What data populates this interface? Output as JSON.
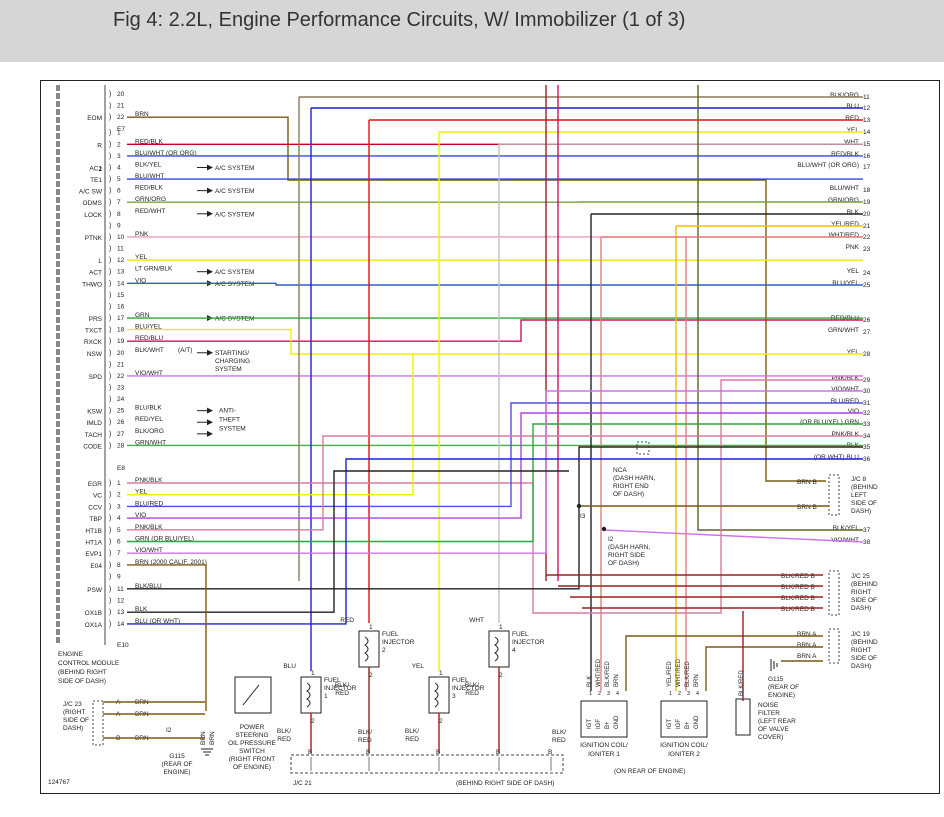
{
  "banner": {
    "title": "Fig 4: 2.2L, Engine Performance Circuits, W/ Immobilizer (1 of 3)"
  },
  "ecm": {
    "label": [
      "ENGINE",
      "CONTROL MODULE",
      "(BEHIND RIGHT",
      "SIDE OF DASH)"
    ],
    "connector_e7": "E7",
    "connector_e8": "E8",
    "connector_e10": "E10",
    "pins_top": [
      {
        "n": "20",
        "sig": "",
        "wire": ""
      },
      {
        "n": "21",
        "sig": "",
        "wire": ""
      },
      {
        "n": "22",
        "sig": "EOM",
        "wire": "BRN"
      },
      {
        "n": "1",
        "sig": "",
        "wire": ""
      },
      {
        "n": "2",
        "sig": "R",
        "wire": "RED/BLK"
      },
      {
        "n": "3",
        "sig": "",
        "wire": "BLU/WHT (OR ORG)"
      },
      {
        "n": "4",
        "sig": "AC1",
        "wire": "BLK/YEL"
      },
      {
        "n": "5",
        "sig": "TE1",
        "wire": "BLU/WHT"
      },
      {
        "n": "6",
        "sig": "A/C SW",
        "wire": "RED/BLK"
      },
      {
        "n": "7",
        "sig": "ODMS",
        "wire": "GRN/ORG"
      },
      {
        "n": "8",
        "sig": "LOCK",
        "wire": "RED/WHT"
      },
      {
        "n": "9",
        "sig": "",
        "wire": ""
      },
      {
        "n": "10",
        "sig": "PTNK",
        "wire": "PNK"
      },
      {
        "n": "11",
        "sig": "",
        "wire": ""
      },
      {
        "n": "12",
        "sig": "L",
        "wire": "YEL"
      },
      {
        "n": "13",
        "sig": "ACT",
        "wire": "LT GRN/BLK"
      },
      {
        "n": "14",
        "sig": "THWO",
        "wire": "VIO"
      },
      {
        "n": "15",
        "sig": "",
        "wire": ""
      },
      {
        "n": "16",
        "sig": "",
        "wire": ""
      },
      {
        "n": "17",
        "sig": "PRS",
        "wire": "GRN"
      },
      {
        "n": "18",
        "sig": "TXCT",
        "wire": "BLU/YEL"
      },
      {
        "n": "19",
        "sig": "RXCK",
        "wire": "RED/BLU"
      },
      {
        "n": "20",
        "sig": "NSW",
        "wire": "BLK/WHT"
      },
      {
        "n": "21",
        "sig": "",
        "wire": ""
      },
      {
        "n": "22",
        "sig": "SPD",
        "wire": "VIO/WHT"
      },
      {
        "n": "23",
        "sig": "",
        "wire": ""
      },
      {
        "n": "24",
        "sig": "",
        "wire": ""
      },
      {
        "n": "25",
        "sig": "KSW",
        "wire": "BLU/BLK"
      },
      {
        "n": "26",
        "sig": "IMLD",
        "wire": "RED/YEL"
      },
      {
        "n": "27",
        "sig": "TACH",
        "wire": "BLK/ORG"
      },
      {
        "n": "28",
        "sig": "CODE",
        "wire": "GRN/WHT"
      }
    ],
    "sig_extra": {
      "r2": "2"
    },
    "pins_bottom": [
      {
        "n": "1",
        "sig": "EGR",
        "wire": "PNK/BLK"
      },
      {
        "n": "2",
        "sig": "VC",
        "wire": "YEL"
      },
      {
        "n": "3",
        "sig": "CCV",
        "wire": "BLU/RED"
      },
      {
        "n": "4",
        "sig": "TBP",
        "wire": "VIO"
      },
      {
        "n": "5",
        "sig": "HT1B",
        "wire": "PNK/BLK"
      },
      {
        "n": "6",
        "sig": "HT1A",
        "wire": "GRN   (OR BLU/YEL)"
      },
      {
        "n": "7",
        "sig": "EVP1",
        "wire": "VIO/WHT"
      },
      {
        "n": "8",
        "sig": "E04",
        "wire": "BRN   (2000 CALIF. 2001)"
      },
      {
        "n": "9",
        "sig": "",
        "wire": ""
      },
      {
        "n": "11",
        "sig": "PSW",
        "wire": "BLK/BLU"
      },
      {
        "n": "12",
        "sig": "",
        "wire": ""
      },
      {
        "n": "13",
        "sig": "OX1B",
        "wire": "BLK"
      },
      {
        "n": "14",
        "sig": "OX1A",
        "wire": "BLU        (OR WHT)"
      }
    ]
  },
  "callouts": {
    "ac_system": "A/C SYSTEM",
    "at": "(A/T)",
    "starting": [
      "STARTING/",
      "CHARGING",
      "SYSTEM"
    ],
    "antitheft": [
      "ANTI-",
      "THEFT",
      "SYSTEM"
    ]
  },
  "right_wires": [
    {
      "n": "11",
      "wire": "BLK/ORG"
    },
    {
      "n": "12",
      "wire": "BLU"
    },
    {
      "n": "13",
      "wire": "RED"
    },
    {
      "n": "14",
      "wire": "YEL"
    },
    {
      "n": "15",
      "wire": "WHT"
    },
    {
      "n": "16",
      "wire": "RED/BLK"
    },
    {
      "n": "17",
      "wire": "BLU/WHT (OR ORG)"
    },
    {
      "n": "18",
      "wire": "BLU/WHT"
    },
    {
      "n": "19",
      "wire": "GRN/ORG"
    },
    {
      "n": "20",
      "wire": "BLK"
    },
    {
      "n": "21",
      "wire": "YEL/RED"
    },
    {
      "n": "22",
      "wire": "WHT/RED"
    },
    {
      "n": "23",
      "wire": "PNK"
    },
    {
      "n": "24",
      "wire": "YEL"
    },
    {
      "n": "25",
      "wire": "BLU/YEL"
    },
    {
      "n": "26",
      "wire": "RED/BLU"
    },
    {
      "n": "27",
      "wire": "GRN/WHT"
    },
    {
      "n": "28",
      "wire": "YEL"
    },
    {
      "n": "29",
      "wire": "PNK/BLK"
    },
    {
      "n": "30",
      "wire": "VIO/WHT"
    },
    {
      "n": "31",
      "wire": "BLU/RED"
    },
    {
      "n": "32",
      "wire": "VIO"
    },
    {
      "n": "33",
      "wire": "(OR BLU/YEL)  GRN"
    },
    {
      "n": "34",
      "wire": "PNK/BLK"
    },
    {
      "n": "35",
      "wire": "BLK"
    },
    {
      "n": "36",
      "wire": "(OR WHT)   BLU"
    },
    {
      "n": "37",
      "wire": "BLK/YEL"
    },
    {
      "n": "38",
      "wire": "VIO/WHT"
    }
  ],
  "jc8": {
    "label": [
      "J/C 8",
      "(BEHIND",
      "LEFT",
      "SIDE OF",
      "DASH)"
    ],
    "pin1": "BRN   B",
    "pin2": "BRN   B"
  },
  "jc25": {
    "label": [
      "J/C 25",
      "(BEHIND",
      "RIGHT",
      "SIDE OF",
      "DASH)"
    ],
    "pins": [
      "BLK/RED   B",
      "BLK/RED   B",
      "BLK/RED   B",
      "BLK/RED   B"
    ]
  },
  "jc19": {
    "label": [
      "J/C 19",
      "(BEHIND",
      "RIGHT",
      "SIDE OF",
      "DASH)"
    ],
    "pins": [
      "BRN   A",
      "BRN   A",
      "BRN   A"
    ]
  },
  "jc23": {
    "label": [
      "J/C 23",
      "(RIGHT",
      "SIDE OF",
      "DASH)"
    ],
    "pins": [
      "A",
      "A",
      "B"
    ],
    "wires": [
      "BRN",
      "BRN",
      "BRN"
    ],
    "i2": "I2"
  },
  "jc21": {
    "label": "J/C 21",
    "location": "(BEHIND RIGHT SIDE OF DASH)",
    "b": "B"
  },
  "splice_nca": [
    "NCA",
    "(DASH HARN,",
    "RIGHT END",
    "OF DASH)"
  ],
  "splice_i3": "I3",
  "splice_i2": [
    "I2",
    "(DASH HARN,",
    "RIGHT SIDE",
    "OF DASH)"
  ],
  "g115": {
    "left": [
      "G115",
      "(REAR OF",
      "ENGINE)"
    ],
    "right": [
      "G115",
      "(REAR OF",
      "ENGINE)"
    ]
  },
  "psw": {
    "label": [
      "POWER",
      "STEERING",
      "OIL PRESSURE",
      "SWITCH",
      "(RIGHT FRONT",
      "OF ENGINE)"
    ],
    "wires": [
      "BRN",
      "BRN"
    ]
  },
  "injectors": [
    {
      "id": "1",
      "label": [
        "FUEL",
        "INJECTOR",
        "1"
      ],
      "top_wire": "BLU",
      "bot_wire": [
        "BLK/",
        "RED"
      ]
    },
    {
      "id": "2",
      "label": [
        "FUEL",
        "INJECTOR",
        "2"
      ],
      "top_wire": "RED",
      "bot_wire": [
        "BLK/",
        "RED"
      ]
    },
    {
      "id": "3",
      "label": [
        "FUEL",
        "INJECTOR",
        "3"
      ],
      "top_wire": "YEL",
      "bot_wire": [
        "BLK/",
        "RED"
      ]
    },
    {
      "id": "4",
      "label": [
        "FUEL",
        "INJECTOR",
        "4"
      ],
      "top_wire": "WHT",
      "bot_wire": [
        "BLK/",
        "RED"
      ]
    }
  ],
  "bus_labels": [
    "BLK/",
    "RED"
  ],
  "coil1": {
    "label": [
      "IGNITION COIL/",
      "IGNITER 1"
    ],
    "pins": [
      "IGT",
      "IGF",
      "B+",
      "GND"
    ],
    "wires": [
      "BLK",
      "WHT/RED",
      "BLK/RED",
      "BRN"
    ],
    "nums": [
      "1",
      "2",
      "3",
      "4"
    ]
  },
  "coil2": {
    "label": [
      "IGNITION COIL/",
      "IGNITER 2"
    ],
    "pins": [
      "IGT",
      "IGF",
      "B+",
      "GND"
    ],
    "wires": [
      "YEL/RED",
      "WHT/RED",
      "BLK/RED",
      "BRN"
    ],
    "nums": [
      "1",
      "2",
      "3",
      "4"
    ]
  },
  "coil_location": "(ON REAR OF ENGINE)",
  "noise_filter": {
    "label": [
      "NOISE",
      "FILTER",
      "(LEFT REAR",
      "OF VALVE",
      "COVER)"
    ],
    "wire": "BLK/RED"
  },
  "figure_id": "124767",
  "colors": {
    "BRN": "#7a5a14",
    "BLU": "#1f1fd0",
    "RED": "#e01010",
    "YEL": "#f0ef00",
    "WHT": "#c0c0c0",
    "RED/BLK": "#c00020",
    "BLU/WHT": "#2e4be0",
    "BLK": "#222222",
    "GRN": "#28a838",
    "PNK": "#f49ac0",
    "VIO": "#b040e0",
    "BLK/ORG": "#8a7a5a",
    "GRN/ORG": "#7aa040",
    "GRN/WHT": "#40b040",
    "BLK/WHT": "#555",
    "BLK/YEL": "#606020",
    "RED/BLU": "#d01060",
    "PNK/BLK": "#d87aa0",
    "VIO/WHT": "#d070f0",
    "BLU/RED": "#5050e0",
    "YEL/RED": "#f0c000",
    "WHT/RED": "#e08080",
    "BLK/RED": "#9a2020",
    "BLU/YEL": "#3060c0",
    "LT GRN/BLK": "#30b030"
  }
}
